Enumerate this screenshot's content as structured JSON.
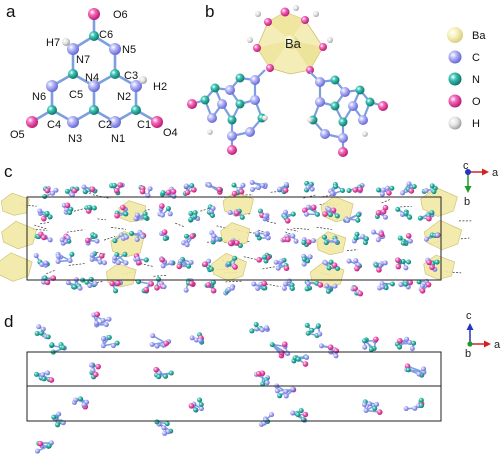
{
  "panels": {
    "a": {
      "label": "a"
    },
    "b": {
      "label": "b",
      "center_label": "Ba"
    },
    "c": {
      "label": "c",
      "axes": [
        "c",
        "a",
        "b"
      ]
    },
    "d": {
      "label": "d",
      "axes": [
        "c",
        "a",
        "b"
      ]
    }
  },
  "atom_labels": {
    "O6": "O6",
    "C6": "C6",
    "H7": "H7",
    "N7": "N7",
    "N5": "N5",
    "N4": "N4",
    "C3": "C3",
    "N6": "N6",
    "C5": "C5",
    "N2": "N2",
    "H2": "H2",
    "O5": "O5",
    "C4": "C4",
    "C2": "C2",
    "C1": "C1",
    "O4": "O4",
    "N3": "N3",
    "N1": "N1"
  },
  "legend": [
    {
      "label": "Ba",
      "color": "#f6efb4"
    },
    {
      "label": "C",
      "color": "#9a9cf0"
    },
    {
      "label": "N",
      "color": "#1ea89a"
    },
    {
      "label": "O",
      "color": "#ef3fa3"
    },
    {
      "label": "H",
      "color": "#d4d4d4"
    }
  ],
  "colors": {
    "C": "#9a9cf0",
    "N": "#1ea89a",
    "O": "#ef3fa3",
    "H": "#d4d4d4",
    "Ba": "#f2e9a6",
    "bond": "#7d9fe0",
    "hbond": "#333333",
    "axis_a": "#d42222",
    "axis_b": "#1f9a2c",
    "axis_c": "#2533c4"
  }
}
